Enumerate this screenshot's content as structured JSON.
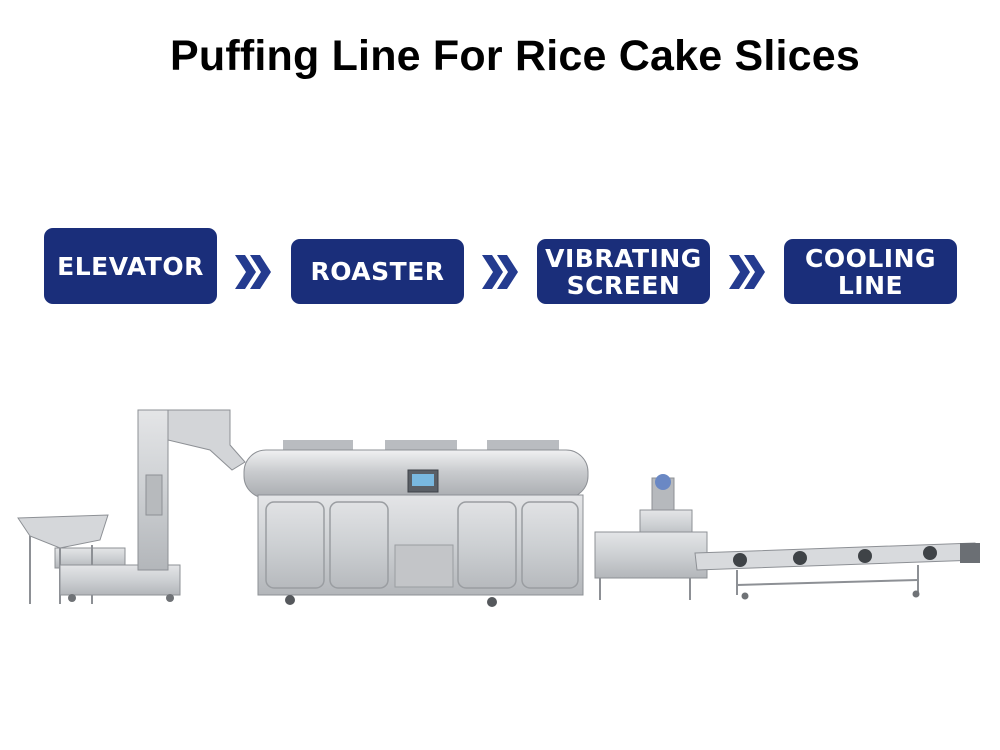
{
  "title": "Puffing Line For Rice Cake Slices",
  "colors": {
    "step_fill": "#1a2e7a",
    "arrow": "#243b8f",
    "machine_steel": "#c9cbcf",
    "machine_dark": "#8d9095"
  },
  "steps": [
    {
      "label": "ELEVATOR"
    },
    {
      "label": "ROASTER"
    },
    {
      "lines": [
        "VIBRATING",
        "SCREEN"
      ]
    },
    {
      "lines": [
        "COOLING",
        "LINE"
      ]
    }
  ],
  "arrow_icon": "double-chevron-right-icon",
  "machine_image": {
    "parts": [
      "elevator",
      "roaster",
      "vibrating-screen",
      "cooling-conveyor"
    ]
  }
}
